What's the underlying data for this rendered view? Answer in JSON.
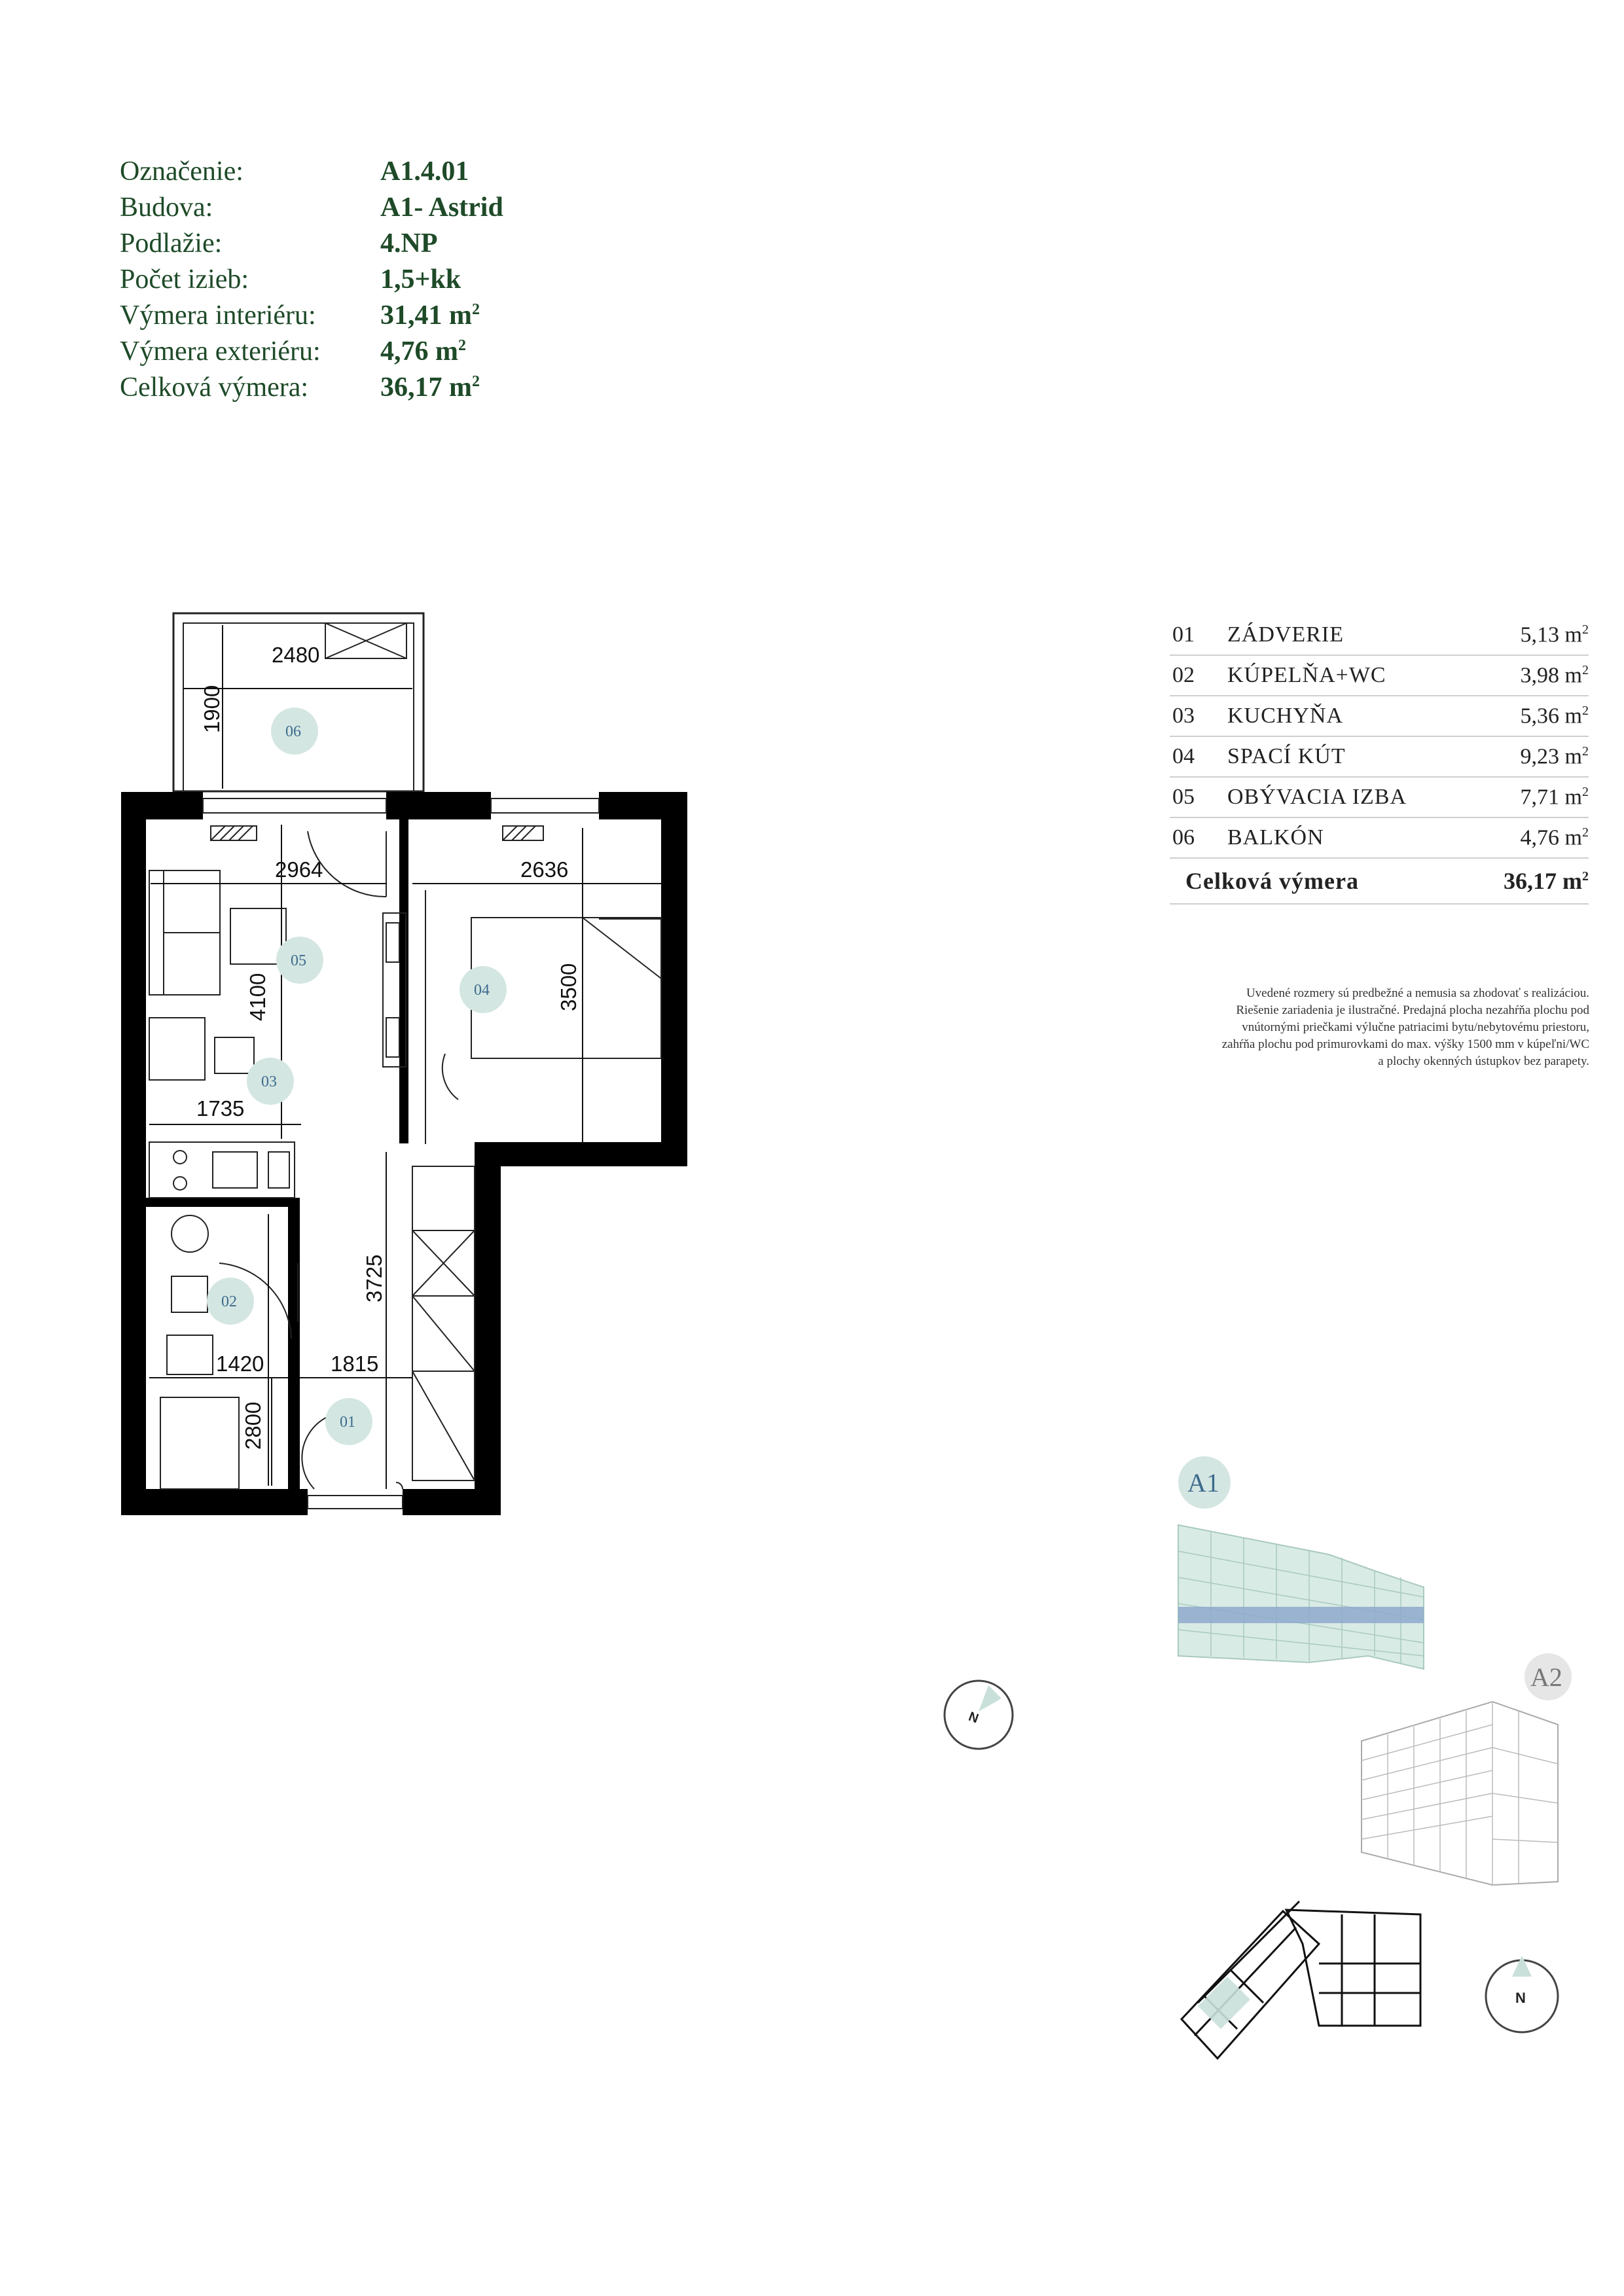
{
  "unit_info": [
    {
      "label": "Označenie:",
      "value": "A1.4.01",
      "sup": ""
    },
    {
      "label": "Budova:",
      "value": "A1- Astrid",
      "sup": ""
    },
    {
      "label": "Podlažie:",
      "value": "4.NP",
      "sup": ""
    },
    {
      "label": "Počet izieb:",
      "value": "1,5+kk",
      "sup": ""
    },
    {
      "label": "Výmera interiéru:",
      "value": "31,41 m",
      "sup": "2"
    },
    {
      "label": "Výmera exteriéru:",
      "value": "4,76 m",
      "sup": "2"
    },
    {
      "label": "Celková výmera:",
      "value": "36,17 m",
      "sup": "2"
    }
  ],
  "rooms": [
    {
      "no": "01",
      "name": "ZÁDVERIE",
      "area": "5,13 m",
      "sup": "2"
    },
    {
      "no": "02",
      "name": "KÚPELŇA+WC",
      "area": "3,98 m",
      "sup": "2"
    },
    {
      "no": "03",
      "name": "KUCHYŇA",
      "area": "5,36 m",
      "sup": "2"
    },
    {
      "no": "04",
      "name": "SPACÍ KÚT",
      "area": "9,23 m",
      "sup": "2"
    },
    {
      "no": "05",
      "name": "OBÝVACIA IZBA",
      "area": "7,71 m",
      "sup": "2"
    },
    {
      "no": "06",
      "name": "BALKÓN",
      "area": "4,76 m",
      "sup": "2"
    }
  ],
  "total": {
    "label": "Celková výmera",
    "area": "36,17 m",
    "sup": "2"
  },
  "note_lines": [
    "Uvedené rozmery sú predbežné a nemusia sa zhodovať s realizáciou.",
    "Riešenie zariadenia je ilustračné. Predajná plocha nezahŕňa plochu pod",
    "vnútornými priečkami výlučne patriacimi bytu/nebytovému priestoru,",
    "zahŕňa plochu pod primurovkami do max. výšky 1500 mm v kúpeľni/WC",
    "a plochy okenných ústupkov bez parapety."
  ],
  "plan": {
    "dimensions": {
      "d2480": "2480",
      "d1900": "1900",
      "d2964": "2964",
      "d2636": "2636",
      "d4100": "4100",
      "d3500": "3500",
      "d1735": "1735",
      "d3725": "3725",
      "d1420": "1420",
      "d1815": "1815",
      "d2800": "2800"
    },
    "room_labels": {
      "r01": "01",
      "r02": "02",
      "r03": "03",
      "r04": "04",
      "r05": "05",
      "r06": "06"
    }
  },
  "building_labels": {
    "a1": "A1",
    "a2": "A2"
  },
  "compass_label": "N",
  "colors": {
    "text_green": "#1e4a28",
    "room_circle": "#d4e6e2",
    "accent_blue": "#3d6b8c",
    "wall": "#000000"
  }
}
